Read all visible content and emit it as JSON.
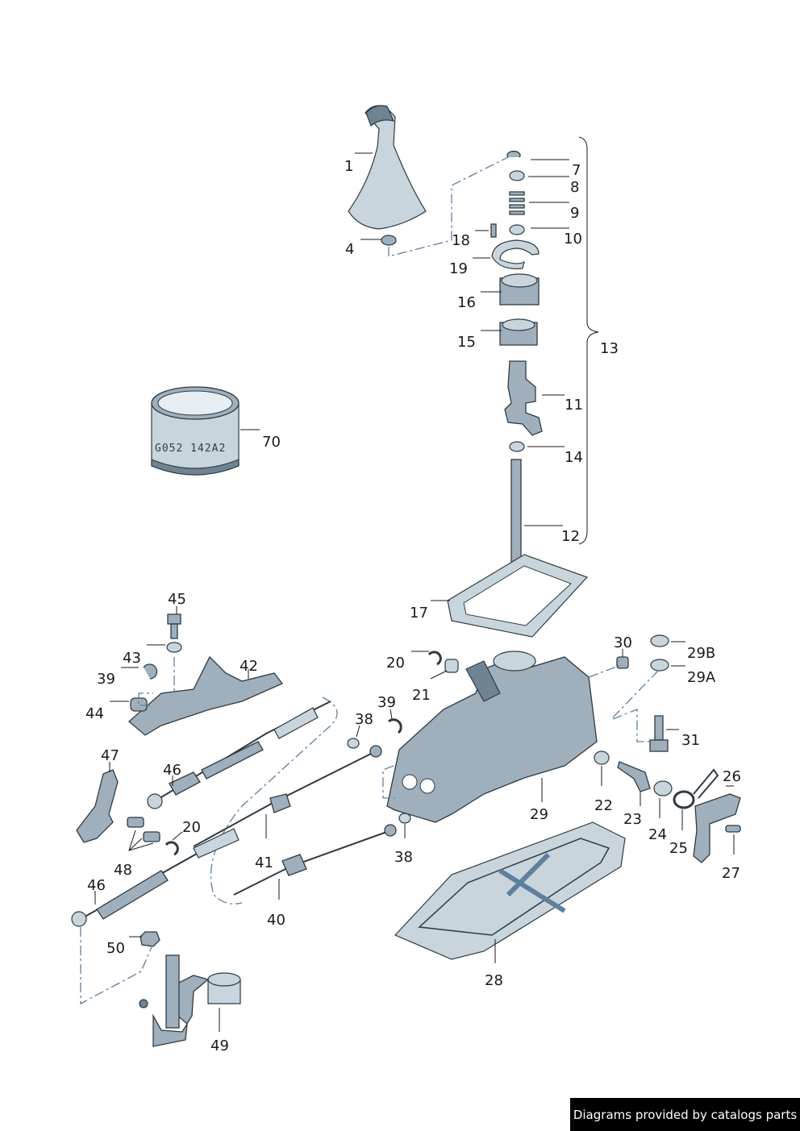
{
  "callouts": [
    {
      "id": "1",
      "label": "1"
    },
    {
      "id": "4",
      "label": "4"
    },
    {
      "id": "7",
      "label": "7"
    },
    {
      "id": "8",
      "label": "8"
    },
    {
      "id": "9",
      "label": "9"
    },
    {
      "id": "10",
      "label": "10"
    },
    {
      "id": "18",
      "label": "18"
    },
    {
      "id": "19",
      "label": "19"
    },
    {
      "id": "16",
      "label": "16"
    },
    {
      "id": "15",
      "label": "15"
    },
    {
      "id": "13",
      "label": "13"
    },
    {
      "id": "11",
      "label": "11"
    },
    {
      "id": "14",
      "label": "14"
    },
    {
      "id": "12",
      "label": "12"
    },
    {
      "id": "17",
      "label": "17"
    },
    {
      "id": "70",
      "label": "70"
    },
    {
      "id": "45",
      "label": "45"
    },
    {
      "id": "43",
      "label": "43"
    },
    {
      "id": "42",
      "label": "42"
    },
    {
      "id": "39a",
      "label": "39"
    },
    {
      "id": "44",
      "label": "44"
    },
    {
      "id": "20a",
      "label": "20"
    },
    {
      "id": "21",
      "label": "21"
    },
    {
      "id": "30",
      "label": "30"
    },
    {
      "id": "29B",
      "label": "29B"
    },
    {
      "id": "29A",
      "label": "29A"
    },
    {
      "id": "39b",
      "label": "39"
    },
    {
      "id": "38a",
      "label": "38"
    },
    {
      "id": "31",
      "label": "31"
    },
    {
      "id": "47",
      "label": "47"
    },
    {
      "id": "46a",
      "label": "46"
    },
    {
      "id": "26",
      "label": "26"
    },
    {
      "id": "22",
      "label": "22"
    },
    {
      "id": "29",
      "label": "29"
    },
    {
      "id": "20b",
      "label": "20"
    },
    {
      "id": "23",
      "label": "23"
    },
    {
      "id": "24",
      "label": "24"
    },
    {
      "id": "25",
      "label": "25"
    },
    {
      "id": "27",
      "label": "27"
    },
    {
      "id": "48",
      "label": "48"
    },
    {
      "id": "41",
      "label": "41"
    },
    {
      "id": "38b",
      "label": "38"
    },
    {
      "id": "46b",
      "label": "46"
    },
    {
      "id": "40",
      "label": "40"
    },
    {
      "id": "28",
      "label": "28"
    },
    {
      "id": "50",
      "label": "50"
    },
    {
      "id": "49",
      "label": "49"
    }
  ],
  "can_marking": "G052 142A2",
  "footer_text": "Diagrams provided by catalogs parts",
  "colors": {
    "part": "#9fb0bc",
    "outline": "#2e3a44",
    "dash": "#5f7f9b",
    "footer_bg": "#000000"
  }
}
